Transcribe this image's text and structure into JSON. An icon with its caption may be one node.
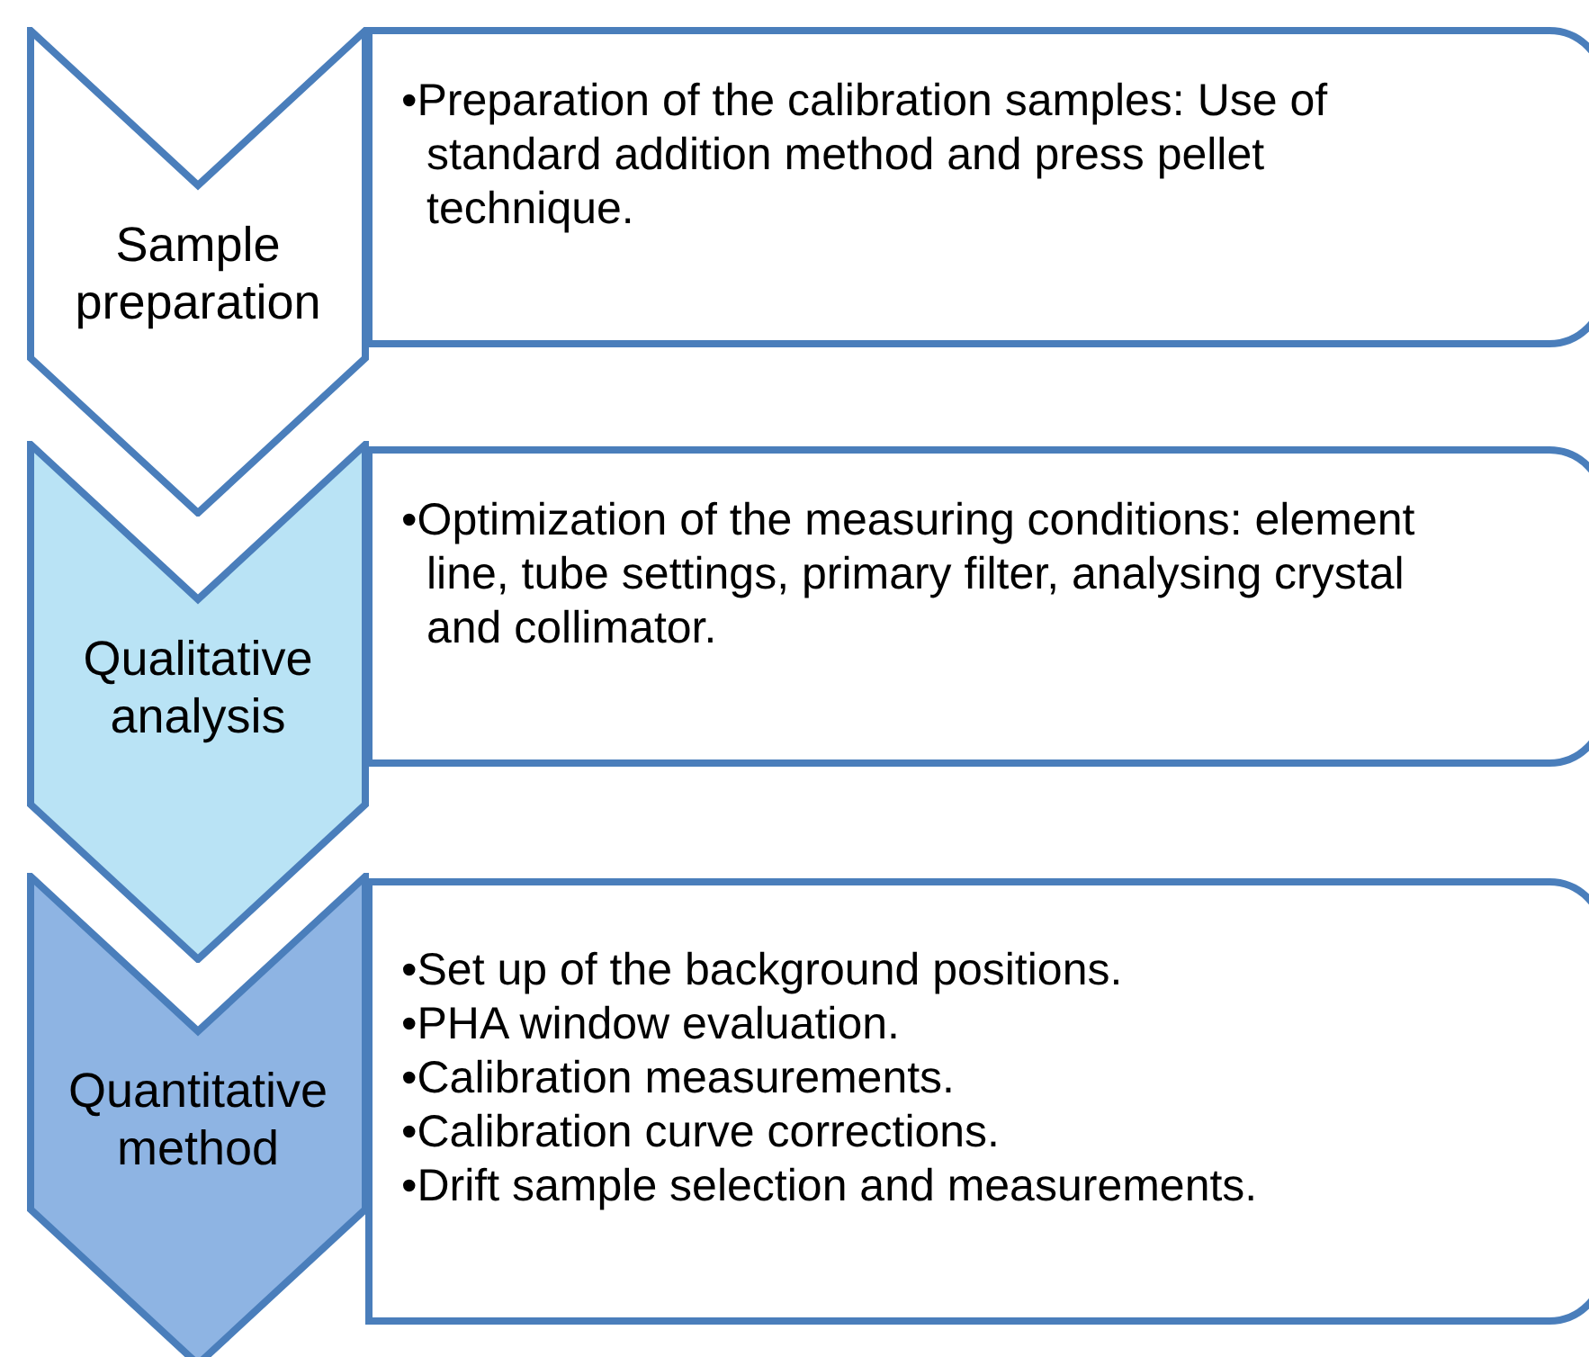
{
  "diagram": {
    "nodes": [
      {
        "text": [
          "Sample preparation"
        ]
      },
      {
        "text": [
          "•Preparation of the calibration samples: Use of standard addition method and press pellet technique."
        ]
      },
      {
        "text": [
          "Qualitative analysis"
        ]
      },
      {
        "text": [
          "•Optimization of the measuring conditions: element line, tube settings, primary filter, analysing crystal and collimator."
        ]
      },
      {
        "text": [
          "Quantitative method"
        ]
      },
      {
        "text": [
          "•Set up of the background positions.",
          "•PHA window evaluation.",
          "•Calibration measurements.",
          "•Calibration curve corrections.",
          "•Drift sample selection and measurements."
        ]
      }
    ]
  }
}
